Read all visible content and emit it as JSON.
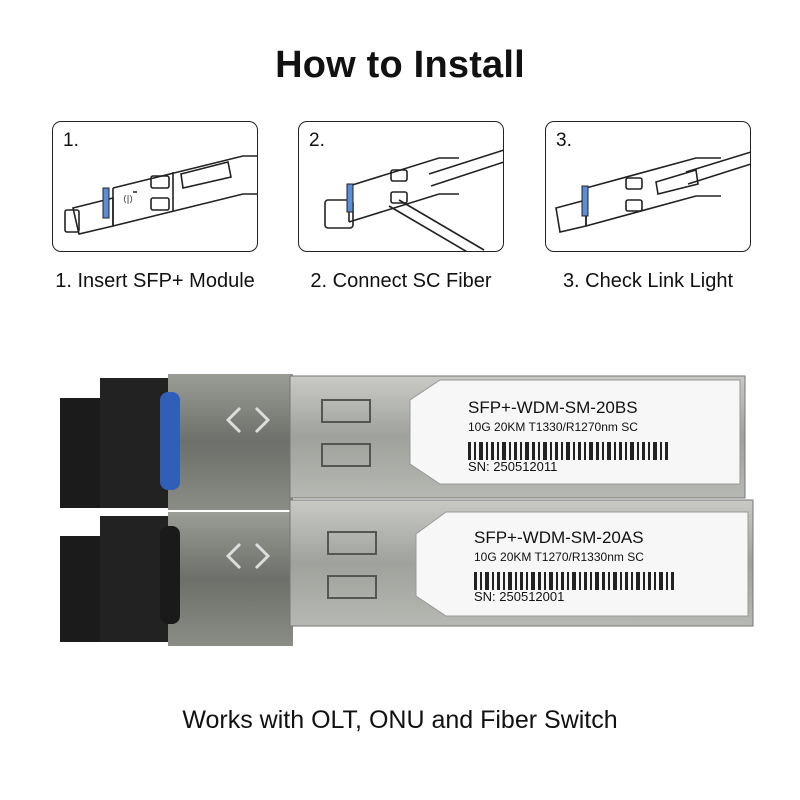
{
  "title": "How to Install",
  "steps": [
    {
      "number": "1.",
      "caption": "1. Insert SFP+ Module"
    },
    {
      "number": "2.",
      "caption": "2. Connect SC Fiber"
    },
    {
      "number": "3.",
      "caption": "3. Check Link Light"
    }
  ],
  "modules": [
    {
      "model": "SFP+-WDM-SM-20BS",
      "spec": "10G 20KM T1330/R1270nm SC",
      "serial": "SN: 250512011",
      "latch_color": "#2f5fb8"
    },
    {
      "model": "SFP+-WDM-SM-20AS",
      "spec": "10G 20KM T1270/R1330nm SC",
      "serial": "SN: 250512001",
      "latch_color": "#1a1a1a"
    }
  ],
  "footer": "Works with OLT, ONU and Fiber Switch"
}
